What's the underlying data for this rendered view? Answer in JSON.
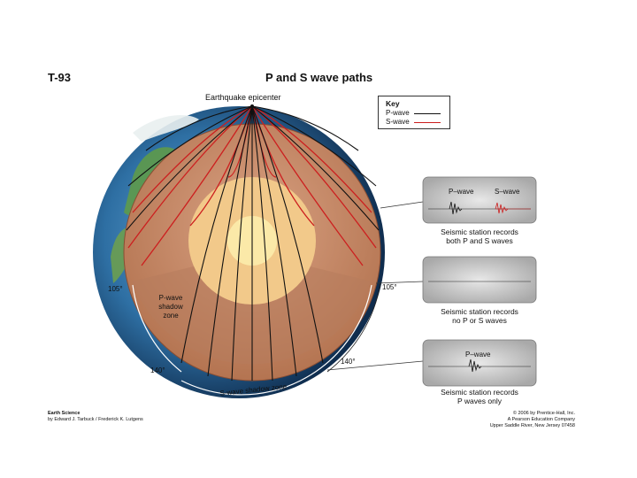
{
  "header": {
    "code": "T-93",
    "title": "P and S wave paths"
  },
  "diagram": {
    "epicenter_label": "Earthquake epicenter",
    "angle_left_105": "105°",
    "angle_right_105": "105°",
    "angle_left_140": "140°",
    "angle_right_140": "140°",
    "p_shadow_label": [
      "P-wave",
      "shadow",
      "zone"
    ],
    "s_shadow_label": "S-wave shadow zone"
  },
  "key": {
    "title": "Key",
    "items": [
      {
        "label": "P-wave",
        "color": "#111111"
      },
      {
        "label": "S-wave",
        "color": "#cc1f1f"
      }
    ]
  },
  "stations": [
    {
      "wave_labels": [
        "P–wave",
        "S–wave"
      ],
      "caption": [
        "Seismic station records",
        "both P and S waves"
      ]
    },
    {
      "wave_labels": [],
      "caption": [
        "Seismic station records",
        "no P or S waves"
      ]
    },
    {
      "wave_labels": [
        "P–wave"
      ],
      "caption": [
        "Seismic station records",
        "P waves only"
      ]
    }
  ],
  "footer": {
    "left": [
      "Earth Science",
      "by Edward J. Tarbuck / Frederick K. Lutgens"
    ],
    "right": [
      "© 2006 by Prentice-Hall, Inc.",
      "A Pearson Education Company",
      "Upper Saddle River, New Jersey 07458"
    ]
  },
  "colors": {
    "s_wave": "#cc1f1f",
    "p_wave": "#111111",
    "mantle": "#c98c6a",
    "outer_core": "#f2c98a",
    "inner_core": "#fbe9a8"
  }
}
